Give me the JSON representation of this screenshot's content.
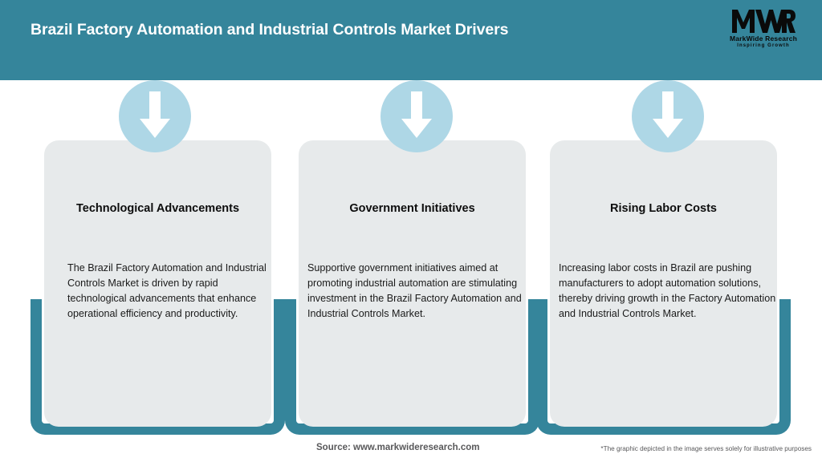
{
  "header": {
    "title": "Brazil Factory Automation and Industrial Controls Market Drivers",
    "background_color": "#35859b",
    "title_color": "#ffffff"
  },
  "logo": {
    "monogram": "MWR",
    "name": "MarkWide Research",
    "tagline": "Inspiring Growth"
  },
  "theme": {
    "accent_teal": "#35859b",
    "card_gray": "#e7eaeb",
    "badge_blue": "#aed7e6",
    "text_dark": "#1a1a1a",
    "footer_gray": "#58585a"
  },
  "cards": [
    {
      "icon": "down-arrow-icon",
      "heading": "Technological Advancements",
      "body": "The Brazil Factory Automation and Industrial Controls Market is driven by rapid technological advancements that enhance operational efficiency and productivity."
    },
    {
      "icon": "down-arrow-icon",
      "heading": "Government Initiatives",
      "body": "Supportive government initiatives aimed at promoting industrial automation are stimulating investment in the Brazil Factory Automation and Industrial Controls Market."
    },
    {
      "icon": "down-arrow-icon",
      "heading": "Rising Labor Costs",
      "body": "Increasing labor costs in Brazil are pushing manufacturers to adopt automation solutions, thereby driving growth in the Factory Automation and Industrial Controls Market."
    }
  ],
  "footer": {
    "source": "Source: www.markwideresearch.com",
    "disclaimer": "*The graphic depicted in the image serves solely for illustrative purposes"
  }
}
